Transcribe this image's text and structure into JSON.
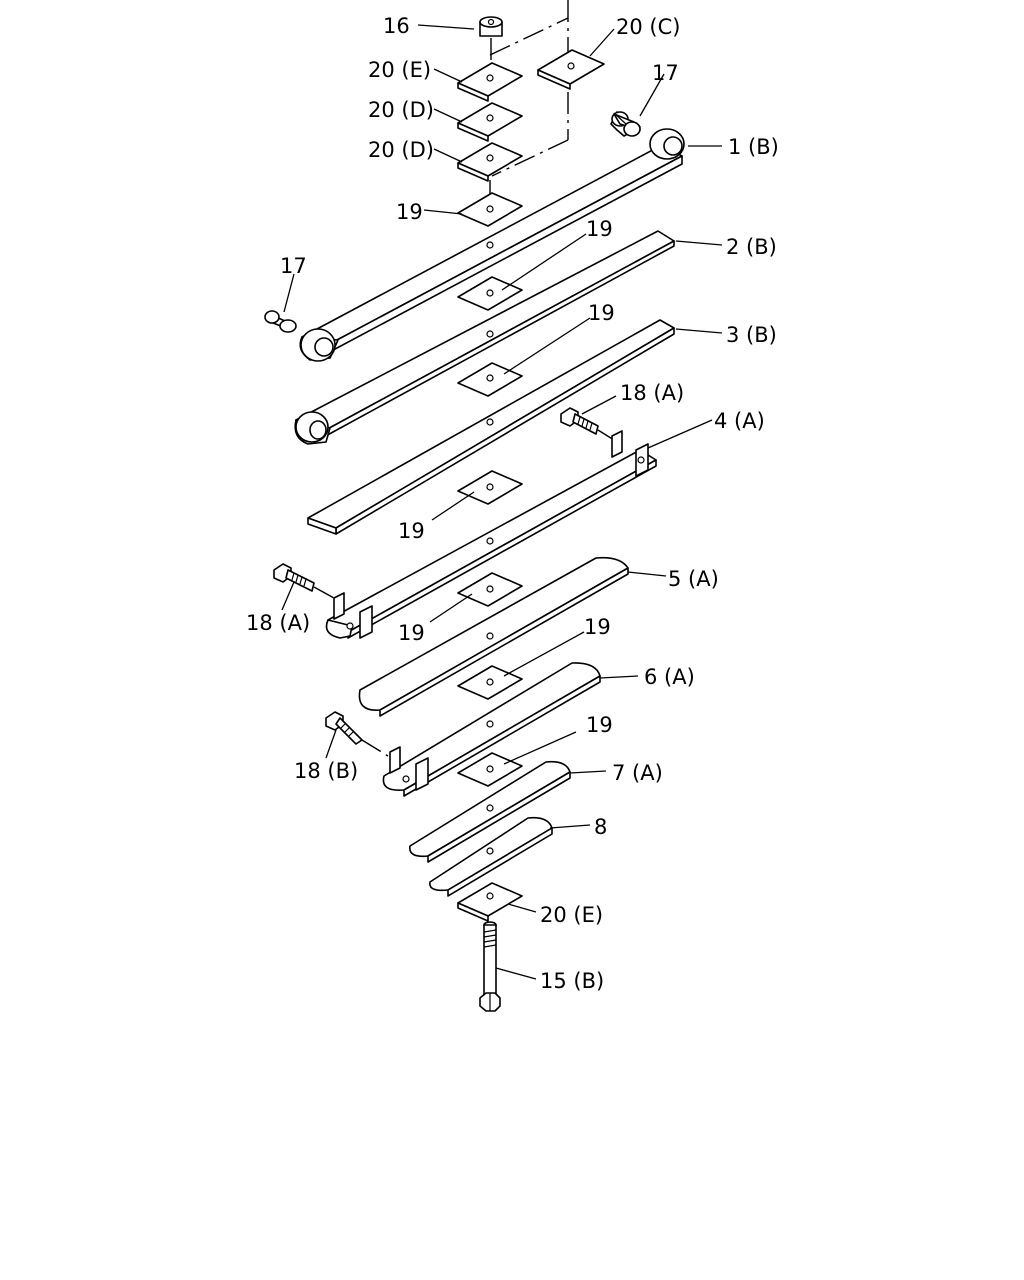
{
  "callouts": {
    "c16": "16",
    "c20c": "20 (C)",
    "c20e_top": "20 (E)",
    "c20d_1": "20 (D)",
    "c20d_2": "20 (D)",
    "c17_right": "17",
    "c1b": "1 (B)",
    "c19_a": "19",
    "c17_left": "17",
    "c19_b": "19",
    "c2b": "2 (B)",
    "c19_c": "19",
    "c3b": "3 (B)",
    "c18a_right": "18 (A)",
    "c4a": "4 (A)",
    "c19_d": "19",
    "c18a_left": "18 (A)",
    "c5a": "5 (A)",
    "c19_e": "19",
    "c19_f": "19",
    "c6a": "6 (A)",
    "c19_g": "19",
    "c18b": "18 (B)",
    "c7a": "7 (A)",
    "c8": "8",
    "c20e_bottom": "20 (E)",
    "c15b": "15 (B)"
  }
}
